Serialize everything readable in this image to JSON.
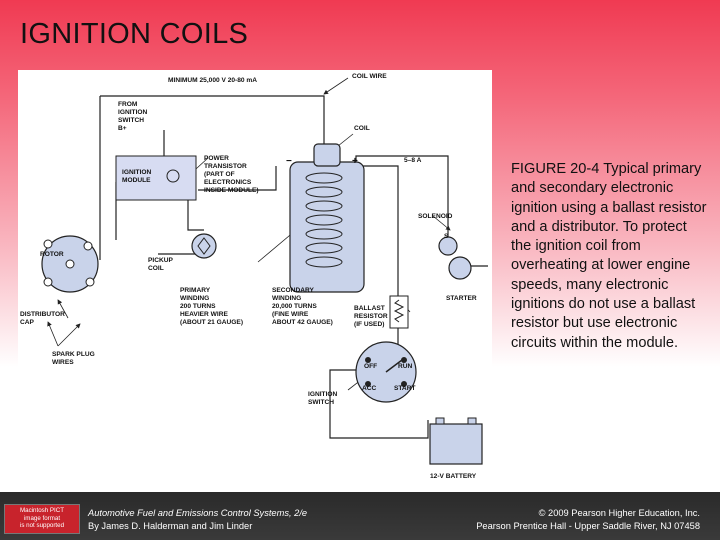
{
  "slide": {
    "title": "IGNITION COILS"
  },
  "diagram": {
    "labels": {
      "min_voltage": "MINIMUM 25,000 V 20-80 mA",
      "coil_wire": "COIL WIRE",
      "from_switch": [
        "FROM",
        "IGNITION",
        "SWITCH",
        "B+"
      ],
      "coil": "COIL",
      "ignition_module": [
        "IGNITION",
        "MODULE"
      ],
      "power_transistor": [
        "POWER",
        "TRANSISTOR",
        "(PART OF",
        "ELECTRONICS",
        "INSIDE MODULE)"
      ],
      "minus": "−",
      "plus": "+",
      "current": "5–8 A",
      "solenoid": "SOLENOID",
      "s": "S",
      "rotor": "ROTOR",
      "pickup_coil": [
        "PICKUP",
        "COIL"
      ],
      "starter": "STARTER",
      "distributor_cap": [
        "DISTRIBUTOR",
        "CAP"
      ],
      "primary_winding": [
        "PRIMARY",
        "WINDING",
        "200 TURNS",
        "HEAVIER WIRE",
        "(ABOUT 21 GAUGE)"
      ],
      "secondary_winding": [
        "SECONDARY",
        "WINDING",
        "20,000 TURNS",
        "(FINE WIRE",
        "ABOUT 42 GAUGE)"
      ],
      "ballast_resistor": [
        "BALLAST",
        "RESISTOR",
        "(IF USED)"
      ],
      "spark_plug_wires": [
        "SPARK PLUG",
        "WIRES"
      ],
      "off": "OFF",
      "run": "RUN",
      "acc": "ACC",
      "start": "START",
      "ignition_switch": [
        "IGNITION",
        "SWITCH"
      ],
      "battery": "12-V BATTERY"
    }
  },
  "caption": {
    "figure_number": "FIGURE 20-4",
    "text": " Typical primary and secondary electronic ignition using a ballast resistor and a distributor. To protect the ignition coil from overheating at lower engine speeds, many electronic ignitions do not use a ballast resistor but use electronic circuits within the module."
  },
  "footer": {
    "logo_lines": [
      "Macintosh PICT",
      "image format",
      "is not supported"
    ],
    "book_title": "Automotive Fuel and Emissions Control Systems, 2/e",
    "authors": "By James D. Halderman and Jim Linder",
    "copyright": "© 2009 Pearson Higher Education, Inc.",
    "publisher": "Pearson Prentice Hall - Upper Saddle River, NJ 07458"
  }
}
